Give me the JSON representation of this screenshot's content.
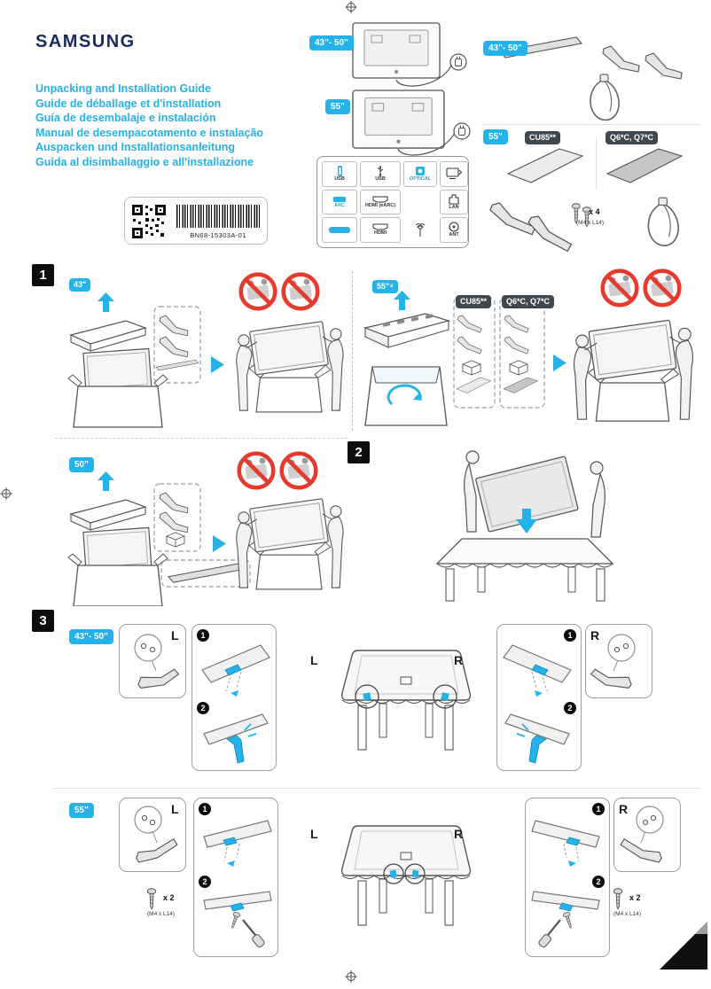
{
  "colors": {
    "accent": "#25b2e8",
    "brand_navy": "#1a2a5c",
    "prohibit_red": "#e63a2e",
    "badge_dark": "#3f474f"
  },
  "header": {
    "logo": "SAMSUNG",
    "titles": [
      "Unpacking and Installation Guide",
      "Guide de déballage et d'installation",
      "Guía de desembalaje e instalación",
      "Manual de desempacotamento e instalação",
      "Auspacken und Installationsanleitung",
      "Guida al disimballaggio e all'installazione"
    ],
    "part_number": "BN68-15303A-01"
  },
  "sizes": {
    "s43_50": "43\"- 50\"",
    "s55": "55\"",
    "s50": "50\"",
    "s55_note": "55\"⁴",
    "s43": "43\""
  },
  "models": {
    "cu85": "CU85**",
    "q6q7": "Q6*C, Q7*C"
  },
  "ports": {
    "usb": "USB",
    "usb2": "USB",
    "optical": "OPTICAL",
    "arc": "ARC",
    "hdmi_earc": "HDMI (eARC)",
    "lan": "LAN",
    "hdmi": "HDMI",
    "ant": "ANT"
  },
  "steps": {
    "n1": "1",
    "n2": "2",
    "n3": "3"
  },
  "substeps": {
    "n1": "1",
    "n2": "2"
  },
  "hardware": {
    "qty4": "x 4",
    "qty2": "x 2",
    "screw_spec": "(M4 x L14)"
  },
  "orientation": {
    "left": "L",
    "right": "R"
  }
}
